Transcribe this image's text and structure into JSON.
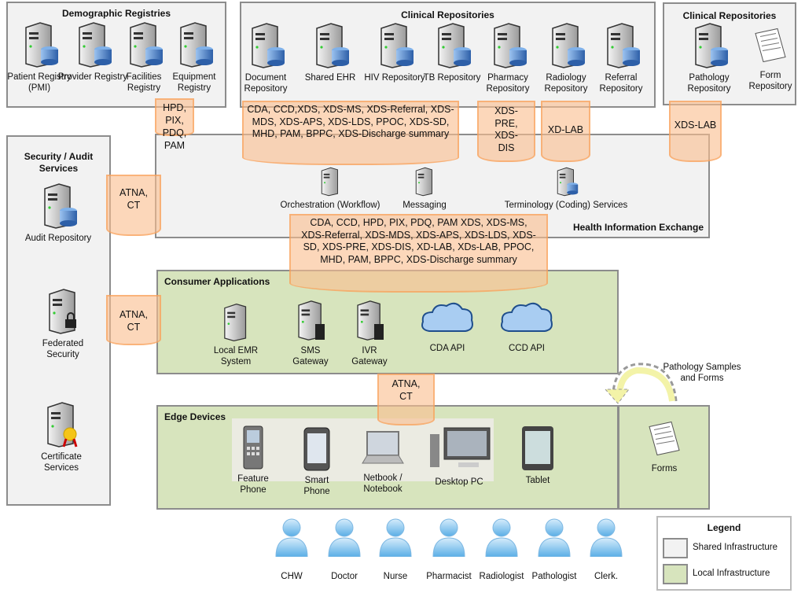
{
  "demographic": {
    "title": "Demographic Registries",
    "items": [
      "Patient Registry (PMI)",
      "Provider Registry",
      "Facilities Registry",
      "Equipment Registry"
    ]
  },
  "clinical": {
    "title": "Clinical Repositories",
    "items": [
      "Document Repository",
      "Shared EHR",
      "HIV Repository",
      "TB Repository",
      "Pharmacy Repository",
      "Radiology Repository",
      "Referral Repository"
    ]
  },
  "clinical2": {
    "title": "Clinical Repositories",
    "items": [
      "Pathology Repository",
      "Form Repository"
    ]
  },
  "security": {
    "title": "Security / Audit Services",
    "items": [
      "Audit Repository",
      "Federated Security",
      "Certificate Services"
    ]
  },
  "hie": {
    "title": "Health Information Exchange",
    "items": [
      "Orchestration (Workflow)",
      "Messaging",
      "Terminology (Coding) Services"
    ]
  },
  "consumer": {
    "title": "Consumer Applications",
    "items": [
      "Local EMR System",
      "SMS Gateway",
      "IVR Gateway",
      "CDA API",
      "CCD API"
    ]
  },
  "edge": {
    "title": "Edge Devices",
    "items": [
      "Feature Phone",
      "Smart Phone",
      "Netbook / Notebook",
      "Desktop PC",
      "Tablet"
    ]
  },
  "forms": {
    "label": "Forms",
    "note": "Pathology Samples and Forms"
  },
  "callouts": {
    "registry": "HPD, PIX, PDQ, PAM",
    "clinical": "CDA, CCD,XDS, XDS-MS, XDS-Referral, XDS-MDS, XDS-APS, XDS-LDS, PPOC, XDS-SD, MHD, PAM, BPPC, XDS-Discharge summary",
    "pharmacy": "XDS-PRE, XDS-DIS",
    "radiology": "XD-LAB",
    "pathology": "XDS-LAB",
    "atna1": "ATNA, CT",
    "atna2": "ATNA, CT",
    "atna3": "ATNA, CT",
    "consumer": "CDA, CCD, HPD, PIX, PDQ, PAM XDS, XDS-MS, XDS-Referral, XDS-MDS, XDS-APS, XDS-LDS, XDS-SD, XDS-PRE, XDS-DIS, XD-LAB, XDs-LAB, PPOC, MHD, PAM, BPPC, XDS-Discharge summary"
  },
  "users": [
    "CHW",
    "Doctor",
    "Nurse",
    "Pharmacist",
    "Radiologist",
    "Pathologist",
    "Clerk."
  ],
  "legend": {
    "title": "Legend",
    "shared": "Shared Infrastructure",
    "local": "Local Infrastructure",
    "colors": {
      "shared": "#f2f2f2",
      "local": "#d7e4bd",
      "callout": "#fabf8f"
    }
  }
}
